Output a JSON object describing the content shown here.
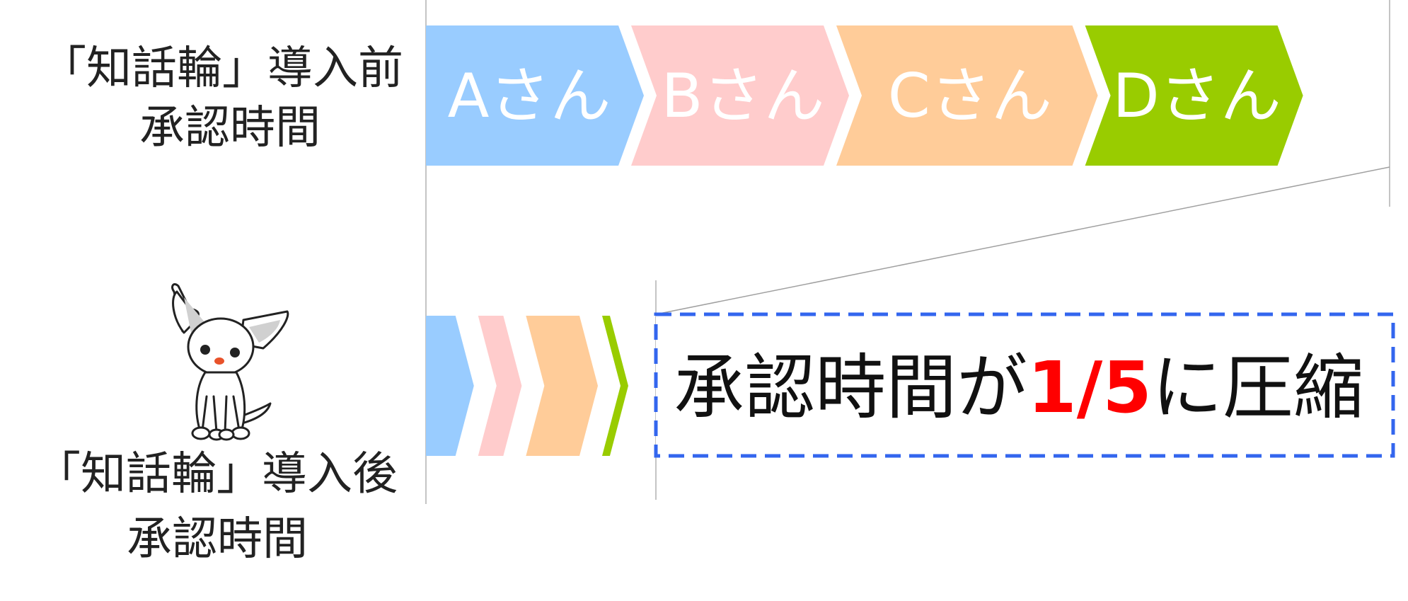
{
  "before": {
    "label_line1": "「知話輪」導入前",
    "label_line2": "承認時間",
    "segments": [
      {
        "name": "Aさん",
        "duration": 1,
        "color": "#99CCFF"
      },
      {
        "name": "Bさん",
        "duration": 1,
        "color": "#FFCCCC"
      },
      {
        "name": "Cさん",
        "duration": 1.2,
        "color": "#FFCC99"
      },
      {
        "name": "Dさん",
        "duration": 1,
        "color": "#99CC00"
      }
    ]
  },
  "after": {
    "label_line1": "「知話輪」導入後",
    "label_line2": "承認時間",
    "segments": [
      {
        "duration": 0.22,
        "color": "#99CCFF"
      },
      {
        "duration": 0.2,
        "color": "#FFCCCC"
      },
      {
        "duration": 0.33,
        "color": "#FFCC99"
      },
      {
        "duration": 0.12,
        "color": "#99CC00"
      }
    ]
  },
  "summary": {
    "prefix": "承認時間が",
    "highlight": "1/5",
    "suffix": "に圧縮",
    "highlight_color": "#FF0000",
    "border_color": "#3366EE"
  },
  "mascot": {
    "icon": "white-dog-icon"
  }
}
